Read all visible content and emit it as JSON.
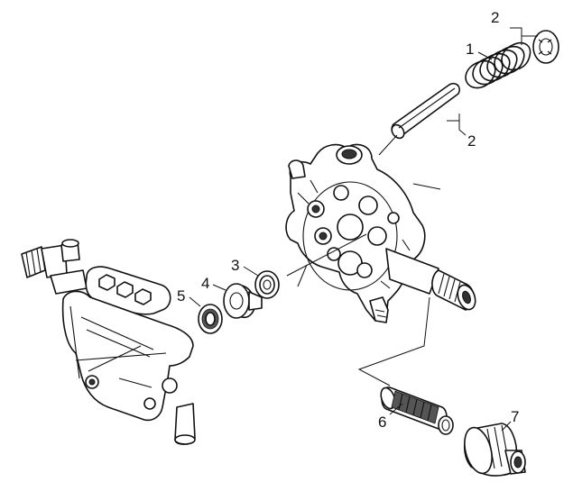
{
  "diagram": {
    "callouts": [
      {
        "id": "label-2-top",
        "text": "2"
      },
      {
        "id": "label-1",
        "text": "1"
      },
      {
        "id": "label-2-rod",
        "text": "2"
      },
      {
        "id": "label-3",
        "text": "3"
      },
      {
        "id": "label-4",
        "text": "4"
      },
      {
        "id": "label-5",
        "text": "5"
      },
      {
        "id": "label-6",
        "text": "6"
      },
      {
        "id": "label-7",
        "text": "7"
      }
    ]
  }
}
